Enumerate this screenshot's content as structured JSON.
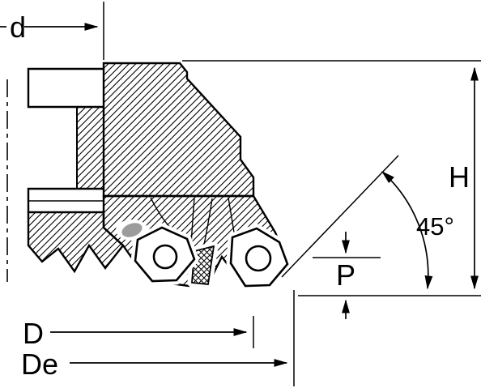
{
  "diagram": {
    "labels": {
      "d": "d",
      "H": "H",
      "angle": "45°",
      "P": "P",
      "D": "D",
      "De": "De"
    }
  },
  "colors": {
    "ink": "#000000",
    "background": "#ffffff",
    "detail_gray": "#9c9c9c"
  }
}
